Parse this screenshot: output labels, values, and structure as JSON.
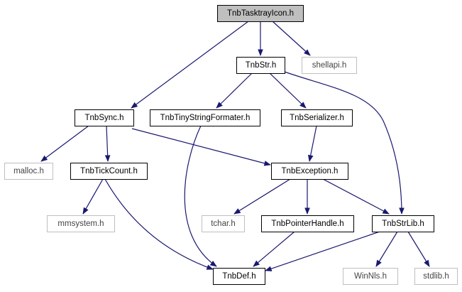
{
  "colors": {
    "edge": "#191970",
    "root_fill": "#bfbfbf",
    "local_border": "#000000",
    "system_border": "#bfbfbf",
    "text": "#000000",
    "system_text": "#444444"
  },
  "nodes": [
    {
      "id": "TnbTasktrayIcon",
      "label": "TnbTasktrayIcon.h",
      "kind": "root"
    },
    {
      "id": "TnbStr",
      "label": "TnbStr.h",
      "kind": "local"
    },
    {
      "id": "shellapi",
      "label": "shellapi.h",
      "kind": "system"
    },
    {
      "id": "TnbSync",
      "label": "TnbSync.h",
      "kind": "local"
    },
    {
      "id": "TnbTinyStringFormater",
      "label": "TnbTinyStringFormater.h",
      "kind": "local"
    },
    {
      "id": "TnbSerializer",
      "label": "TnbSerializer.h",
      "kind": "local"
    },
    {
      "id": "malloc",
      "label": "malloc.h",
      "kind": "system"
    },
    {
      "id": "TnbTickCount",
      "label": "TnbTickCount.h",
      "kind": "local"
    },
    {
      "id": "TnbException",
      "label": "TnbException.h",
      "kind": "local"
    },
    {
      "id": "mmsystem",
      "label": "mmsystem.h",
      "kind": "system"
    },
    {
      "id": "tchar",
      "label": "tchar.h",
      "kind": "system"
    },
    {
      "id": "TnbPointerHandle",
      "label": "TnbPointerHandle.h",
      "kind": "local"
    },
    {
      "id": "TnbStrLib",
      "label": "TnbStrLib.h",
      "kind": "local"
    },
    {
      "id": "TnbDef",
      "label": "TnbDef.h",
      "kind": "local"
    },
    {
      "id": "WinNls",
      "label": "WinNls.h",
      "kind": "system"
    },
    {
      "id": "stdlib",
      "label": "stdlib.h",
      "kind": "system"
    }
  ],
  "edges": [
    {
      "from": "TnbTasktrayIcon",
      "to": "TnbStr"
    },
    {
      "from": "TnbTasktrayIcon",
      "to": "shellapi"
    },
    {
      "from": "TnbTasktrayIcon",
      "to": "TnbSync"
    },
    {
      "from": "TnbStr",
      "to": "TnbTinyStringFormater"
    },
    {
      "from": "TnbStr",
      "to": "TnbSerializer"
    },
    {
      "from": "TnbStr",
      "to": "TnbStrLib"
    },
    {
      "from": "TnbSync",
      "to": "malloc"
    },
    {
      "from": "TnbSync",
      "to": "TnbTickCount"
    },
    {
      "from": "TnbSync",
      "to": "TnbException"
    },
    {
      "from": "TnbSerializer",
      "to": "TnbException"
    },
    {
      "from": "TnbTinyStringFormater",
      "to": "TnbDef"
    },
    {
      "from": "TnbTickCount",
      "to": "mmsystem"
    },
    {
      "from": "TnbTickCount",
      "to": "TnbDef"
    },
    {
      "from": "TnbException",
      "to": "tchar"
    },
    {
      "from": "TnbException",
      "to": "TnbPointerHandle"
    },
    {
      "from": "TnbException",
      "to": "TnbStrLib"
    },
    {
      "from": "TnbPointerHandle",
      "to": "TnbDef"
    },
    {
      "from": "TnbStrLib",
      "to": "TnbDef"
    },
    {
      "from": "TnbStrLib",
      "to": "WinNls"
    },
    {
      "from": "TnbStrLib",
      "to": "stdlib"
    }
  ]
}
